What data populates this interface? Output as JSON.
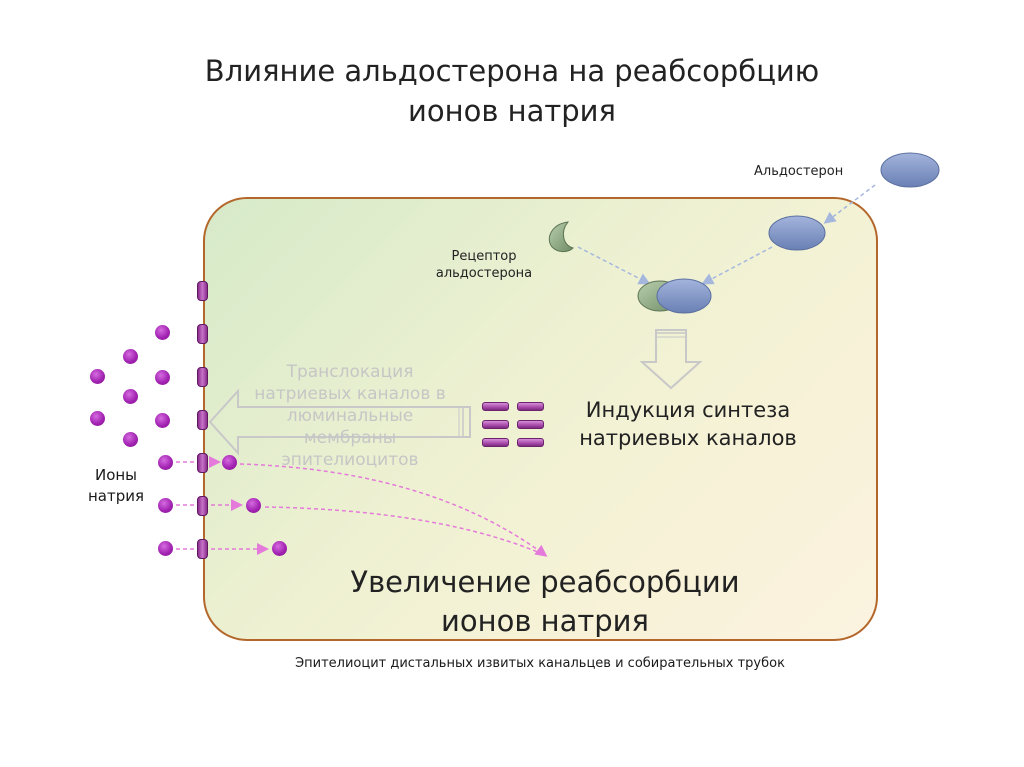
{
  "title": {
    "line1": "Влияние альдостерона на реабсорбцию",
    "line2": "ионов натрия"
  },
  "labels": {
    "aldosterone": "Альдостерон",
    "receptor_line1": "Рецептор",
    "receptor_line2": "альдостерона",
    "induction_line1": "Индукция синтеза",
    "induction_line2": "натриевых каналов",
    "translocation_line1": "Транслокация",
    "translocation_line2": "натриевых каналов в",
    "translocation_line3": "люминальные",
    "translocation_line4": "мембраны",
    "translocation_line5": "эпителиоцитов",
    "ions_line1": "Ионы",
    "ions_line2": "натрия",
    "increase_line1": "Увеличение реабсорбции",
    "increase_line2": "ионов натрия",
    "caption": "Эпителиоцит дистальных извитых канальцев и собирательных трубок"
  },
  "colors": {
    "cell_border": "#b4672b",
    "ion": "#a325b3",
    "aldosterone": "#7f93c4",
    "receptor": "#8ea782"
  }
}
